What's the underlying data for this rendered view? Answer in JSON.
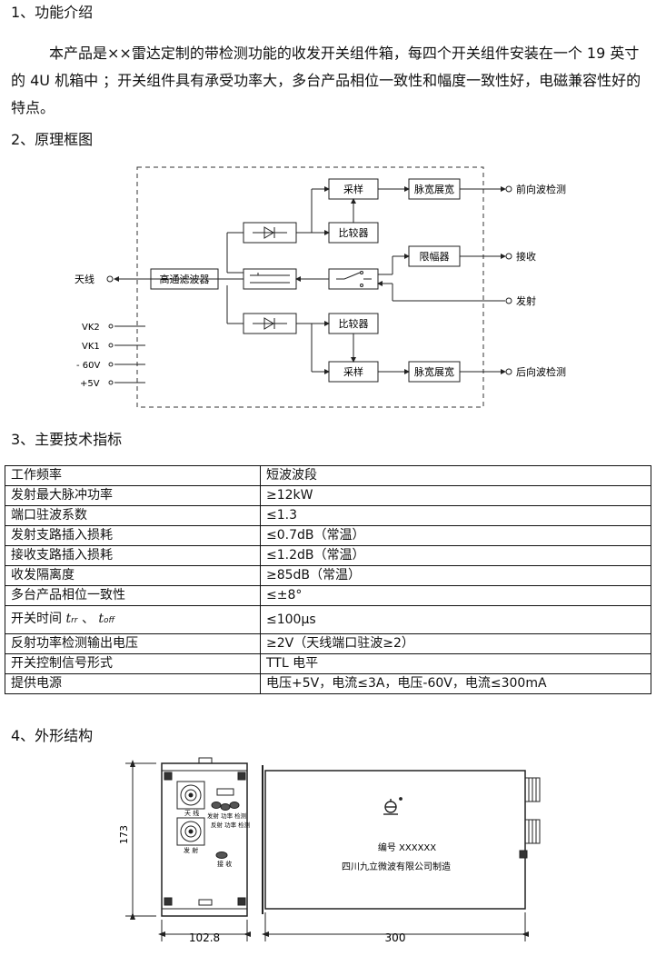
{
  "sections": {
    "s1": "1、功能介绍",
    "s2": "2、原理框图",
    "s3": "3、主要技术指标",
    "s4": "4、外形结构"
  },
  "intro": "本产品是××雷达定制的带检测功能的收发开关组件箱，每四个开关组件安装在一个 19 英寸的 4U 机箱中 ；开关组件具有承受功率大，多台产品相位一致性和幅度一致性好，电磁兼容性好的特点。",
  "diagram": {
    "blocks": {
      "sample_top": "采样",
      "pulse_top": "脉宽展宽",
      "comparator_top": "比较器",
      "limiter": "限幅器",
      "hpf": "高通滤波器",
      "comparator_bottom": "比较器",
      "sample_bottom": "采样",
      "pulse_bottom": "脉宽展宽"
    },
    "ports": {
      "fwd": "前向波检测",
      "rx": "接收",
      "tx": "发射",
      "rev": "后向波检测",
      "antenna": "天线"
    },
    "inputs": [
      "VK2",
      "VK1",
      "- 60V",
      "+5V"
    ]
  },
  "specs": [
    {
      "k": "工作频率",
      "v": "短波波段"
    },
    {
      "k": "发射最大脉冲功率",
      "v": "≥12kW"
    },
    {
      "k": "端口驻波系数",
      "v": "≤1.3"
    },
    {
      "k": "发射支路插入损耗",
      "v": "≤0.7dB（常温）"
    },
    {
      "k": "接收支路插入损耗",
      "v": "≤1.2dB（常温）"
    },
    {
      "k": "收发隔离度",
      "v": "≥85dB（常温）"
    },
    {
      "k": "多台产品相位一致性",
      "v": "≤±8°"
    },
    {
      "k": "开关时间",
      "v": "≤100μs",
      "sym1": "t",
      "sub1": "rr",
      "sep": "、",
      "sym2": "t",
      "sub2": "off"
    },
    {
      "k": "反射功率检测输出电压",
      "v": "≥2V（天线端口驻波≥2）"
    },
    {
      "k": "开关控制信号形式",
      "v": "TTL 电平"
    },
    {
      "k": "提供电源",
      "v": "电压+5V，电流≤3A，电压-60V，电流≤300mA"
    }
  ],
  "outline": {
    "dim_height": "173",
    "dim_front": "102.8",
    "dim_length": "300",
    "front_labels": {
      "antenna": "天 线",
      "tx": "发 射",
      "fwd_power": "发射 功率 检测",
      "rev_power": "反射 功率 检测",
      "rx": "接 收"
    },
    "serial": "编号 XXXXXX",
    "maker": "四川九立微波有限公司制造"
  }
}
